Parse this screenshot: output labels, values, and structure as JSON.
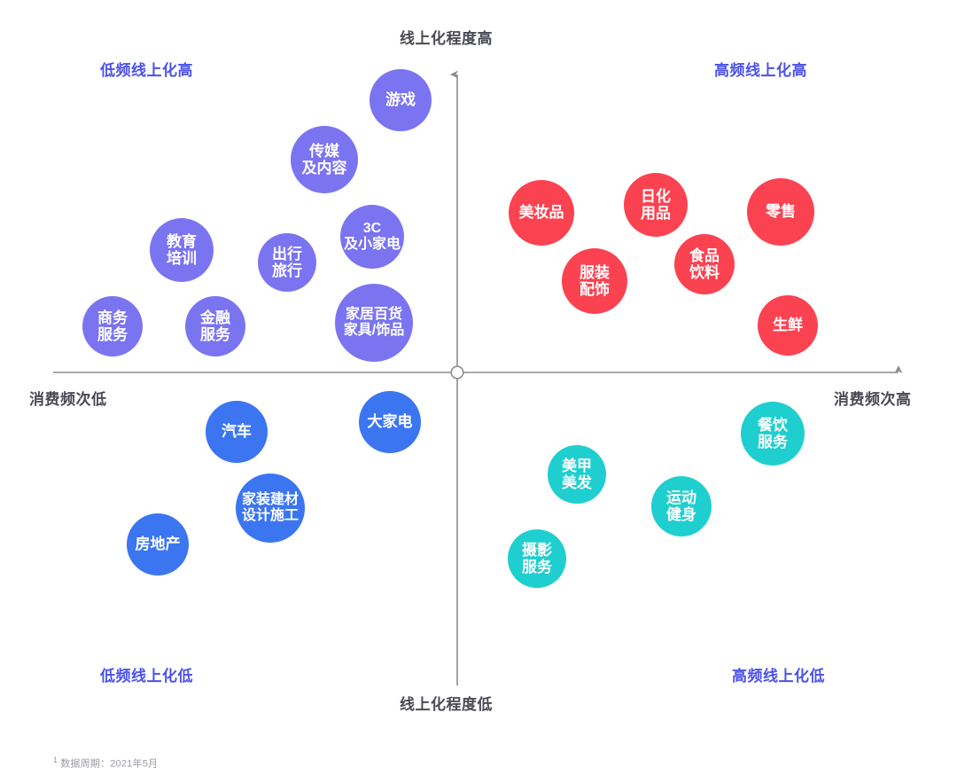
{
  "axis": {
    "top_label": "线上化程度高",
    "bottom_label": "线上化程度低",
    "left_label": "消费频次低",
    "right_label": "消费频次高",
    "line_color": "#8c8c94",
    "origin_marker": "origin-circle"
  },
  "quadrants": {
    "top_left": "低频线上化高",
    "top_right": "高频线上化高",
    "bottom_left": "低频线上化低",
    "bottom_right": "高频线上化低",
    "label_color": "#4b52e8"
  },
  "footnote": {
    "marker": "1",
    "text": "数据周期：2021年5月"
  },
  "palette": {
    "purple": "#7B74F0",
    "red": "#FB4250",
    "blue": "#3B76F0",
    "teal": "#1FCFCF"
  },
  "chart_data": {
    "type": "scatter",
    "title": "",
    "subtitle": "",
    "xlabel": "消费频次",
    "ylabel": "线上化程度",
    "xlim": [
      0,
      1080
    ],
    "ylim": [
      0,
      883
    ],
    "grid": false,
    "legend": "none",
    "origin": {
      "x": 516,
      "y": 420
    },
    "axis_tick_labels": {
      "x_low": "消费频次低",
      "x_high": "消费频次高",
      "y_low": "线上化程度低",
      "y_high": "线上化程度高"
    },
    "quadrant_names": {
      "q2": "低频线上化高",
      "q1": "高频线上化高",
      "q3": "低频线上化低",
      "q4": "高频线上化低"
    },
    "series": [
      {
        "name": "低频线上化高",
        "quadrant": "top-left",
        "color": "#7B74F0",
        "points": [
          {
            "label": "游戏",
            "cx": 452,
            "cy": 113,
            "r": 35,
            "font": 17
          },
          {
            "label": "传媒\n及内容",
            "cx": 366,
            "cy": 180,
            "r": 38,
            "font": 17
          },
          {
            "label": "3C\n及小家电",
            "cx": 420,
            "cy": 267,
            "r": 36,
            "font": 16
          },
          {
            "label": "教育\n培训",
            "cx": 205,
            "cy": 282,
            "r": 36,
            "font": 17
          },
          {
            "label": "出行\n旅行",
            "cx": 324,
            "cy": 296,
            "r": 33,
            "font": 17
          },
          {
            "label": "商务\n服务",
            "cx": 127,
            "cy": 368,
            "r": 34,
            "font": 17
          },
          {
            "label": "金融\n服务",
            "cx": 243,
            "cy": 368,
            "r": 34,
            "font": 17
          },
          {
            "label": "家居百货\n家具/饰品",
            "cx": 422,
            "cy": 364,
            "r": 44,
            "font": 16
          }
        ]
      },
      {
        "name": "高频线上化高",
        "quadrant": "top-right",
        "color": "#FB4250",
        "points": [
          {
            "label": "美妆品",
            "cx": 611,
            "cy": 240,
            "r": 37,
            "font": 17
          },
          {
            "label": "日化\n用品",
            "cx": 740,
            "cy": 231,
            "r": 36,
            "font": 17
          },
          {
            "label": "零售",
            "cx": 881,
            "cy": 239,
            "r": 38,
            "font": 17
          },
          {
            "label": "服装\n配饰",
            "cx": 671,
            "cy": 317,
            "r": 37,
            "font": 17
          },
          {
            "label": "食品\n饮料",
            "cx": 795,
            "cy": 298,
            "r": 34,
            "font": 17
          },
          {
            "label": "生鲜",
            "cx": 889,
            "cy": 367,
            "r": 34,
            "font": 17
          }
        ]
      },
      {
        "name": "低频线上化低",
        "quadrant": "bottom-left",
        "color": "#3B76F0",
        "points": [
          {
            "label": "大家电",
            "cx": 440,
            "cy": 476,
            "r": 35,
            "font": 17
          },
          {
            "label": "汽车",
            "cx": 267,
            "cy": 487,
            "r": 35,
            "font": 17
          },
          {
            "label": "家装建材\n设计施工",
            "cx": 305,
            "cy": 573,
            "r": 39,
            "font": 16
          },
          {
            "label": "房地产",
            "cx": 178,
            "cy": 614,
            "r": 35,
            "font": 17
          }
        ]
      },
      {
        "name": "高频线上化低",
        "quadrant": "bottom-right",
        "color": "#1FCFCF",
        "points": [
          {
            "label": "餐饮\n服务",
            "cx": 872,
            "cy": 489,
            "r": 36,
            "font": 17
          },
          {
            "label": "美甲\n美发",
            "cx": 651,
            "cy": 535,
            "r": 33,
            "font": 17
          },
          {
            "label": "运动\n健身",
            "cx": 769,
            "cy": 571,
            "r": 34,
            "font": 17
          },
          {
            "label": "摄影\n服务",
            "cx": 606,
            "cy": 630,
            "r": 33,
            "font": 17
          }
        ]
      }
    ]
  }
}
